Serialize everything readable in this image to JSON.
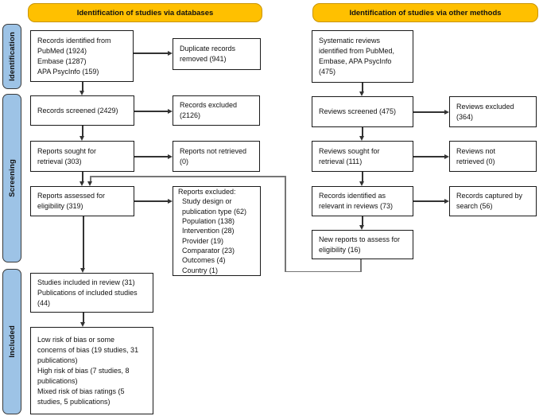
{
  "headers": {
    "left": "Identification of studies via databases",
    "right": "Identification of studies via other methods"
  },
  "sidebar": {
    "identification": "Identification",
    "screening": "Screening",
    "included": "Included"
  },
  "colors": {
    "header_bg": "#FFC000",
    "header_border": "#C99400",
    "sidebar_bg": "#9DC3E6",
    "box_border": "#1a1a1a",
    "line": "#333333",
    "connector": "#767676"
  },
  "boxes": {
    "records_identified": "Records identified from\nPubMed (1924)\nEmbase (1287)\nAPA PsycInfo (159)",
    "duplicate_records": "Duplicate records\nremoved (941)",
    "records_screened": "Records screened (2429)",
    "records_excluded": "Records excluded\n(2126)",
    "reports_sought": "Reports sought for\nretrieval (303)",
    "reports_not_retrieved": "Reports not retrieved\n(0)",
    "reports_assessed": "Reports assessed for\neligibility (319)",
    "reports_excluded": {
      "title": "Reports excluded:",
      "body": "Study design or\npublication type (62)\nPopulation (138)\nIntervention (28)\nProvider (19)\nComparator (23)\nOutcomes (4)\nCountry (1)"
    },
    "studies_included": "Studies included in review (31)\nPublications of included studies\n(44)",
    "risk_of_bias": "Low risk of bias or some\nconcerns of bias (19 studies, 31\npublications)\nHigh risk of bias (7 studies, 8\npublications)\nMixed risk of bias ratings (5\nstudies, 5 publications)",
    "systematic_reviews": "Systematic reviews\nidentified from PubMed,\nEmbase, APA PsycInfo\n(475)",
    "reviews_screened": "Reviews screened (475)",
    "reviews_excluded": "Reviews excluded\n(364)",
    "reviews_sought": "Reviews sought for\nretrieval (111)",
    "reviews_not_retrieved": "Reviews not\nretrieved (0)",
    "records_relevant": "Records identified as\nrelevant in reviews (73)",
    "records_captured": "Records captured by\nsearch (56)",
    "new_reports": "New reports to assess for\neligibility (16)"
  }
}
